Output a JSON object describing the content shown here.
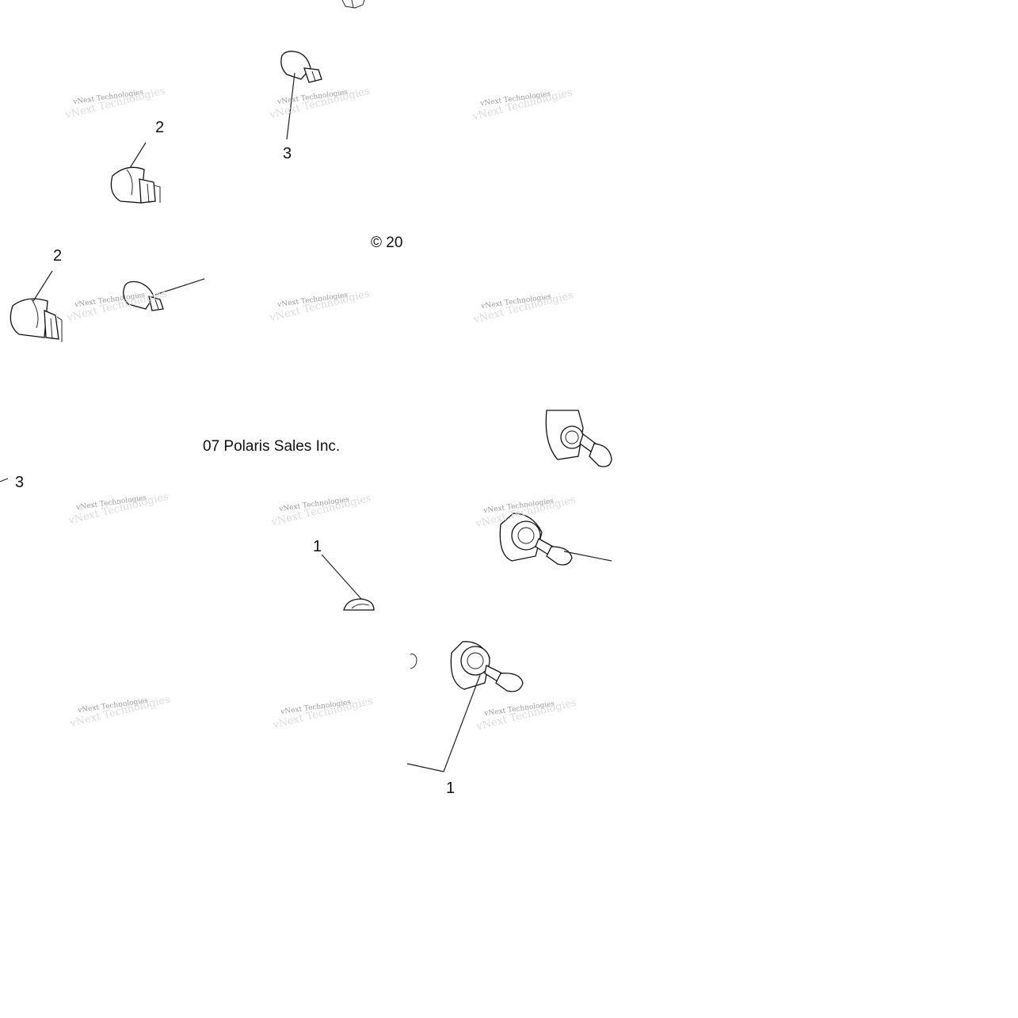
{
  "copyright": {
    "segment_a": "© 20",
    "segment_b": "07 Polaris Sales Inc."
  },
  "callouts": [
    "2",
    "3",
    "2",
    "3",
    "1",
    "1"
  ],
  "watermark_text": "vNext Technologies",
  "watermark_ghost": "vNext Technologies"
}
